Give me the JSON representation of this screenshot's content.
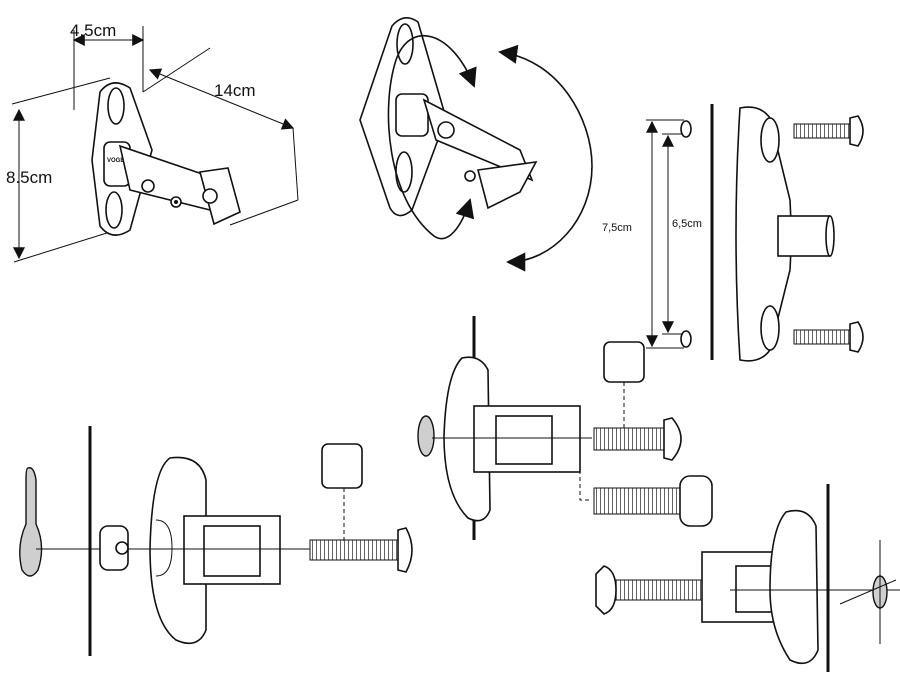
{
  "bracket_dimensions": {
    "width": "4.5cm",
    "length": "14cm",
    "height": "8.5cm"
  },
  "plate_dimensions": {
    "outer_spacing": "7,5cm",
    "inner_spacing": "6,5cm"
  },
  "logo_text": "VOGEL'S"
}
